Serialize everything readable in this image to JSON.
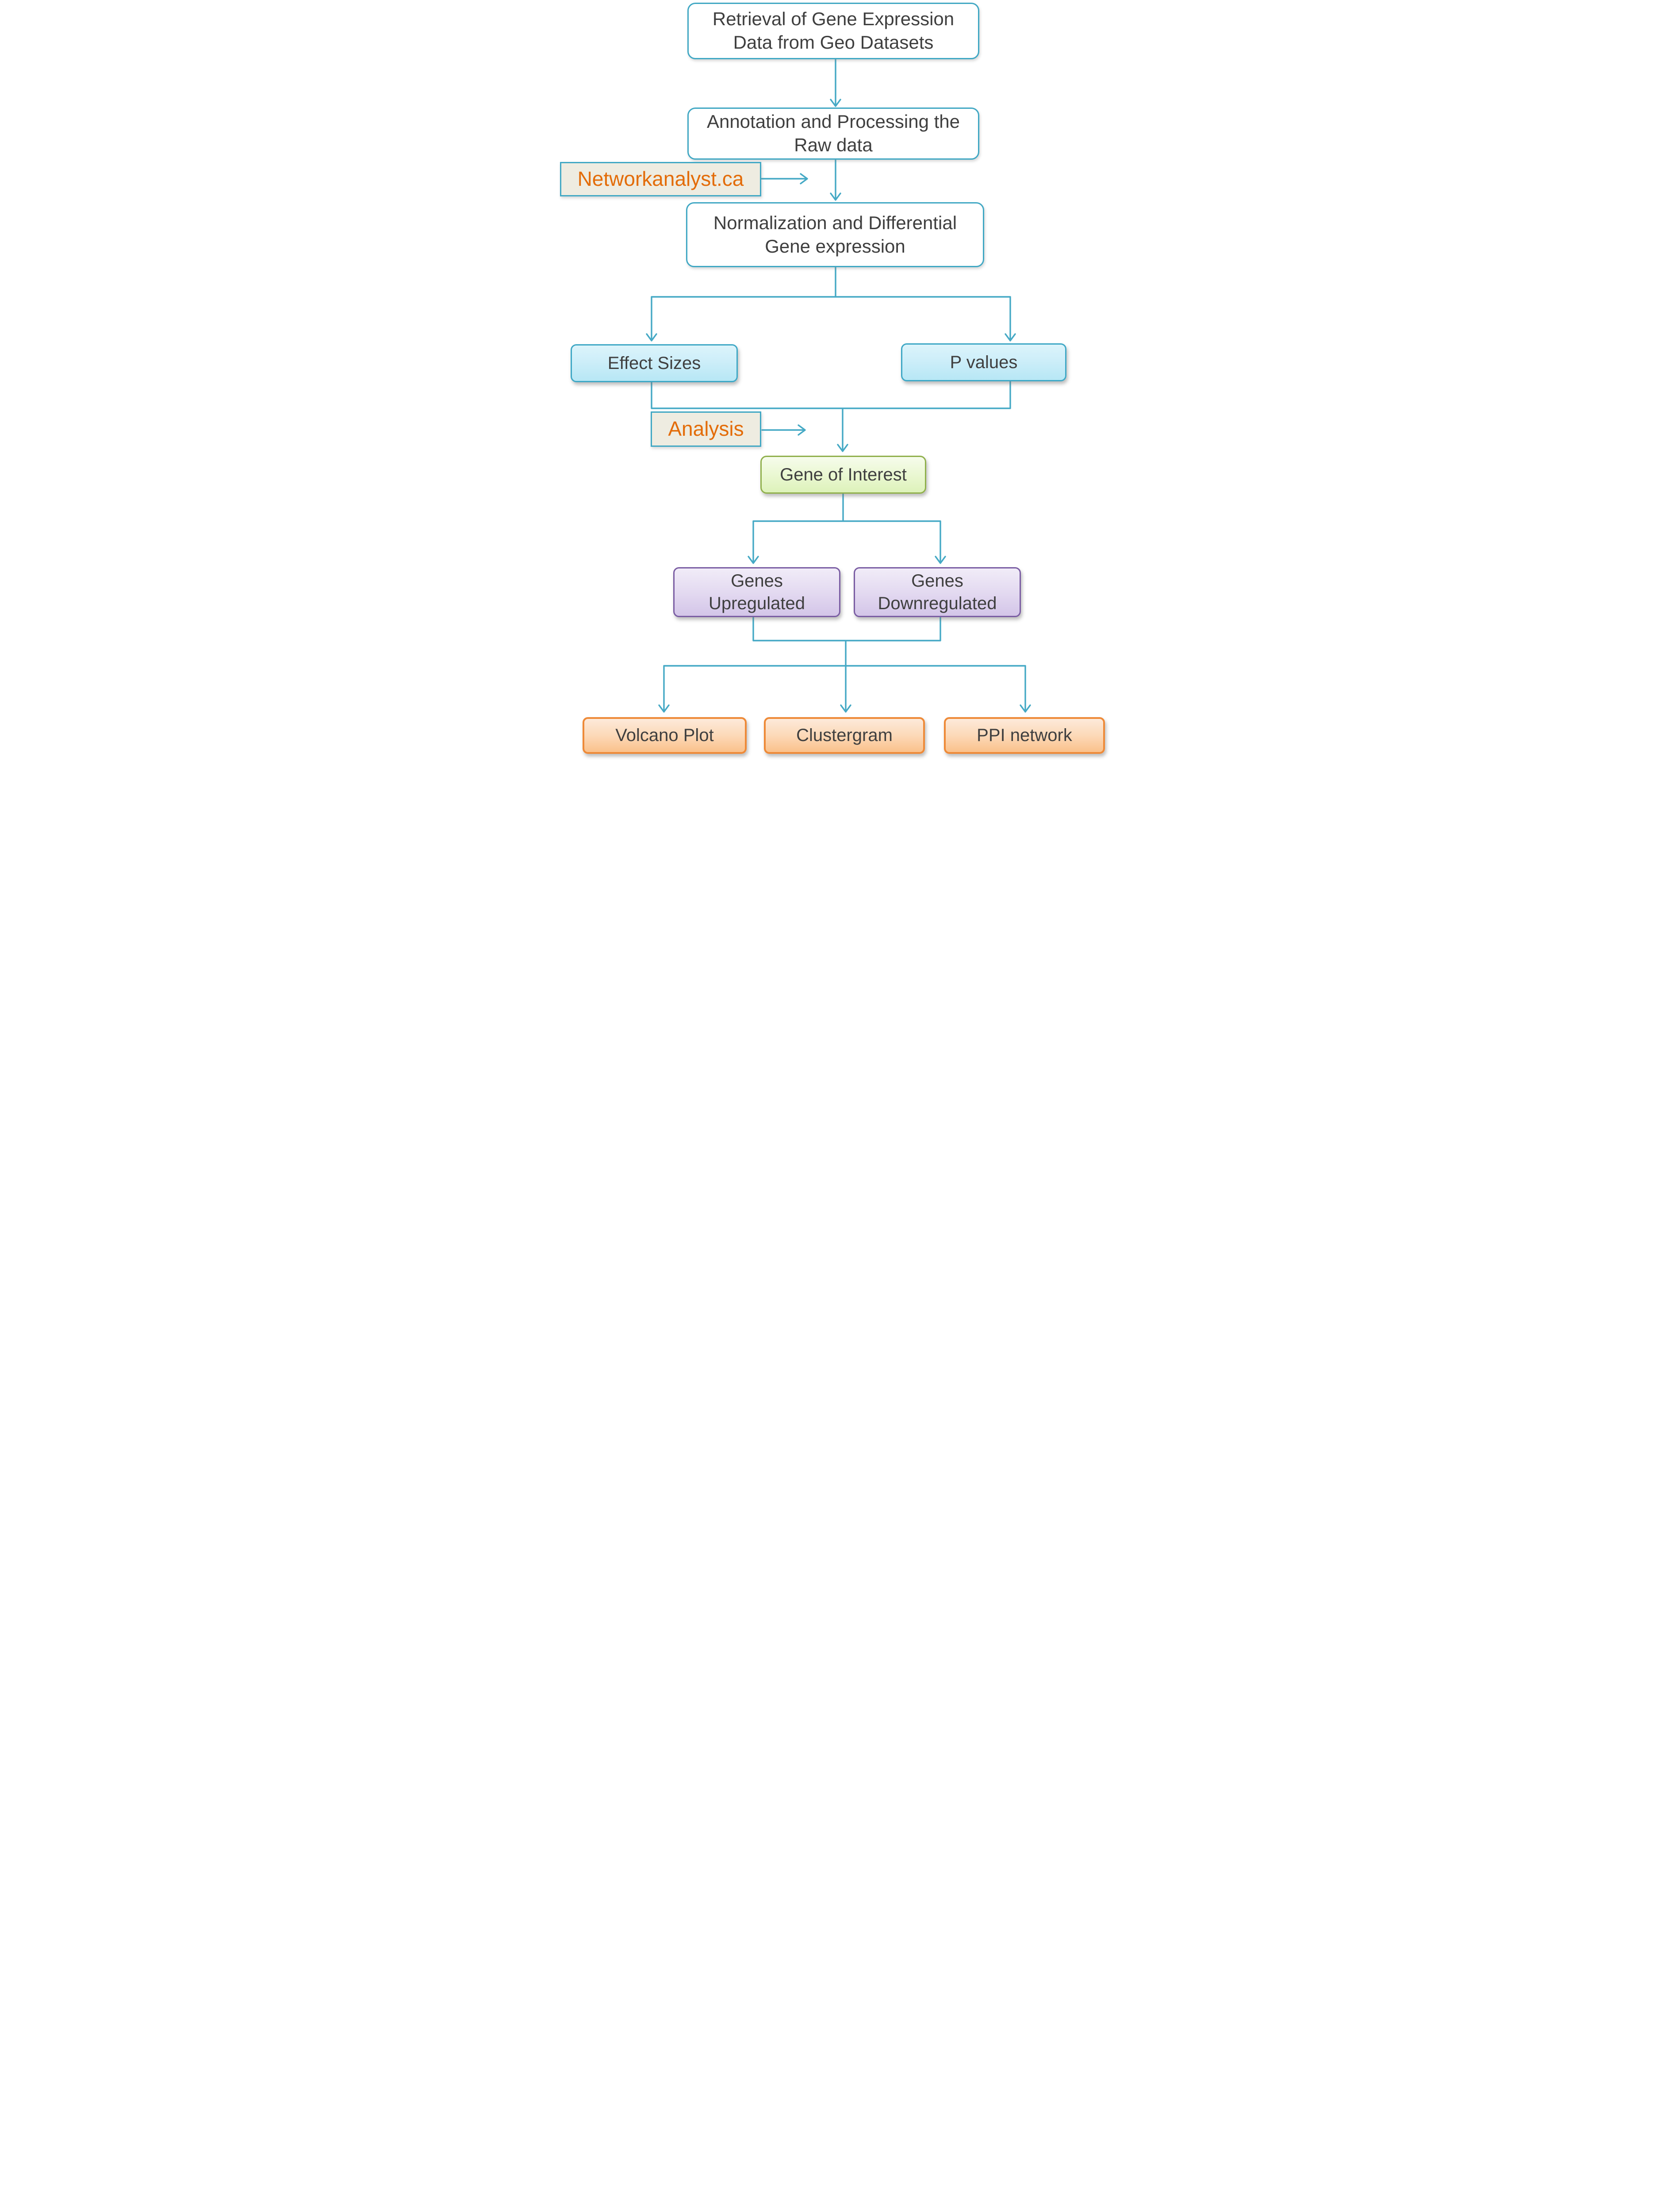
{
  "diagram": {
    "nodes": {
      "retrieval": {
        "label": "Retrieval of Gene Expression\nData from Geo Datasets"
      },
      "annotation": {
        "label": "Annotation and Processing the\nRaw data"
      },
      "networkanalyst": {
        "label": "Networkanalyst.ca"
      },
      "normalization": {
        "label": "Normalization and Differential\nGene expression"
      },
      "effect_sizes": {
        "label": "Effect Sizes"
      },
      "p_values": {
        "label": "P values"
      },
      "analysis": {
        "label": "Analysis"
      },
      "gene_of_interest": {
        "label": "Gene of Interest"
      },
      "genes_upregulated": {
        "label": "Genes\nUpregulated"
      },
      "genes_downregulated": {
        "label": "Genes\nDownregulated"
      },
      "volcano_plot": {
        "label": "Volcano Plot"
      },
      "clustergram": {
        "label": "Clustergram"
      },
      "ppi_network": {
        "label": "PPI network"
      }
    },
    "edges": [
      {
        "from": "retrieval",
        "to": "annotation"
      },
      {
        "from": "annotation",
        "to": "normalization"
      },
      {
        "from": "networkanalyst",
        "to": "normalization"
      },
      {
        "from": "normalization",
        "to": "effect_sizes"
      },
      {
        "from": "normalization",
        "to": "p_values"
      },
      {
        "from": "effect_sizes",
        "to": "gene_of_interest"
      },
      {
        "from": "p_values",
        "to": "gene_of_interest"
      },
      {
        "from": "analysis",
        "to": "gene_of_interest"
      },
      {
        "from": "gene_of_interest",
        "to": "genes_upregulated"
      },
      {
        "from": "gene_of_interest",
        "to": "genes_downregulated"
      },
      {
        "from": "genes_upregulated",
        "to": "volcano_plot"
      },
      {
        "from": "genes_upregulated",
        "to": "clustergram"
      },
      {
        "from": "genes_upregulated",
        "to": "ppi_network"
      },
      {
        "from": "genes_downregulated",
        "to": "volcano_plot"
      },
      {
        "from": "genes_downregulated",
        "to": "clustergram"
      },
      {
        "from": "genes_downregulated",
        "to": "ppi_network"
      }
    ],
    "colors": {
      "connector": "#45a9c5",
      "teal_border": "#41a8c4",
      "text_dark": "#3f3f3f",
      "text_orange": "#e36c09",
      "beige_fill": "#eeece1",
      "cyan_fill_top": "#dcf4fb",
      "cyan_fill_bottom": "#b7e7f5",
      "cyan_border": "#3fa8c6",
      "green_fill_top": "#f6fcec",
      "green_fill_bottom": "#ddf2ba",
      "green_border": "#90b04c",
      "purple_fill_top": "#f1ecf8",
      "purple_fill_bottom": "#d3c5e8",
      "purple_border": "#7a5da3",
      "orange_fill_top": "#fdeada",
      "orange_fill_bottom": "#fac18b",
      "orange_border": "#ee8a38"
    }
  }
}
